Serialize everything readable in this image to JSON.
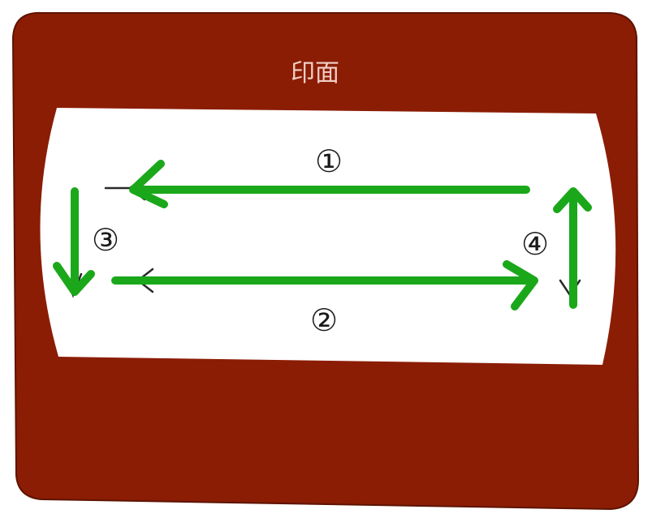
{
  "diagram": {
    "title": "印面",
    "step_labels": {
      "step1": "①",
      "step2": "②",
      "step3": "③",
      "step4": "④"
    }
  },
  "colors": {
    "stamp_body": "#8b1d05",
    "stamp_border": "#5e1300",
    "face_area": "#ffffff",
    "green_arrow": "#1aa81a",
    "thin_arrow": "#2a2a2a",
    "title_text": "#f1cfc6"
  },
  "icons": {
    "arrow1": "arrow-left-icon",
    "arrow2": "arrow-right-icon",
    "arrow3": "arrow-down-icon",
    "arrow4": "arrow-up-icon"
  }
}
